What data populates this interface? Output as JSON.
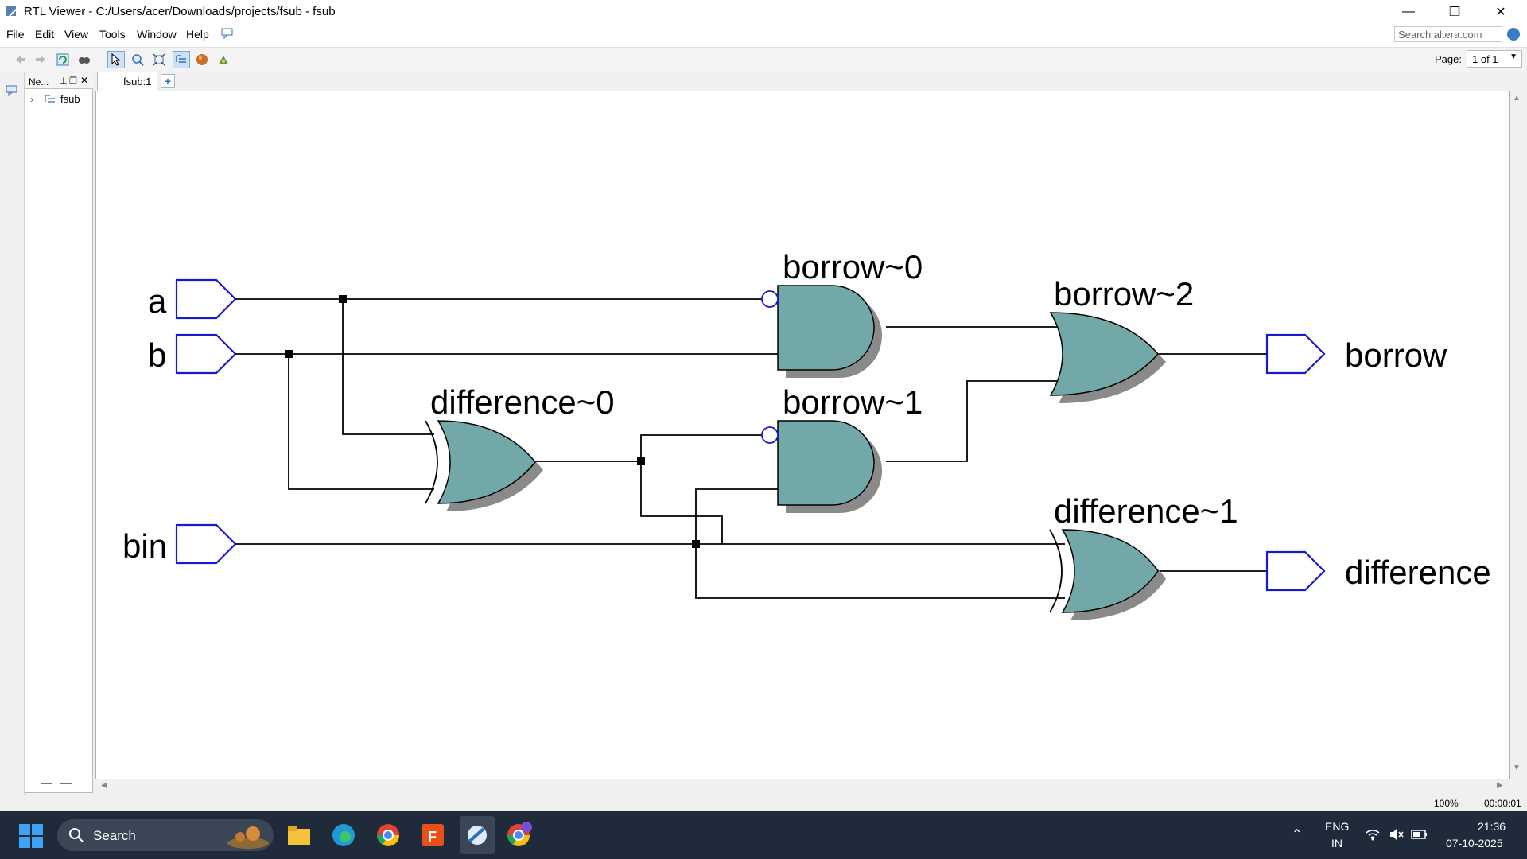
{
  "window": {
    "title": "RTL Viewer - C:/Users/acer/Downloads/projects/fsub - fsub",
    "minimize": "—",
    "maximize": "❐",
    "close": "✕"
  },
  "menubar": {
    "items": [
      "File",
      "Edit",
      "View",
      "Tools",
      "Window",
      "Help"
    ],
    "search_placeholder": "Search altera.com"
  },
  "toolbar": {
    "page_label": "Page:",
    "page_value": "1 of 1"
  },
  "navigator": {
    "title": "Ne...",
    "tree": [
      {
        "label": "fsub"
      }
    ]
  },
  "tab": {
    "label": "fsub:1",
    "add": "+"
  },
  "schematic": {
    "inputs": [
      "a",
      "b",
      "bin"
    ],
    "outputs": [
      "borrow",
      "difference"
    ],
    "gates": {
      "borrow0": "borrow~0",
      "borrow1": "borrow~1",
      "borrow2": "borrow~2",
      "difference0": "difference~0",
      "difference1": "difference~1"
    },
    "colors": {
      "gate_fill": "#72a8a8",
      "gate_shadow": "#8a8a8a",
      "port": "#1a1acd",
      "wire": "#000000"
    }
  },
  "status": {
    "zoom": "100%",
    "time": "00:00:01"
  },
  "taskbar": {
    "search": "Search",
    "lang_line1": "ENG",
    "lang_line2": "IN",
    "clock_time": "21:36",
    "clock_date": "07-10-2025"
  }
}
